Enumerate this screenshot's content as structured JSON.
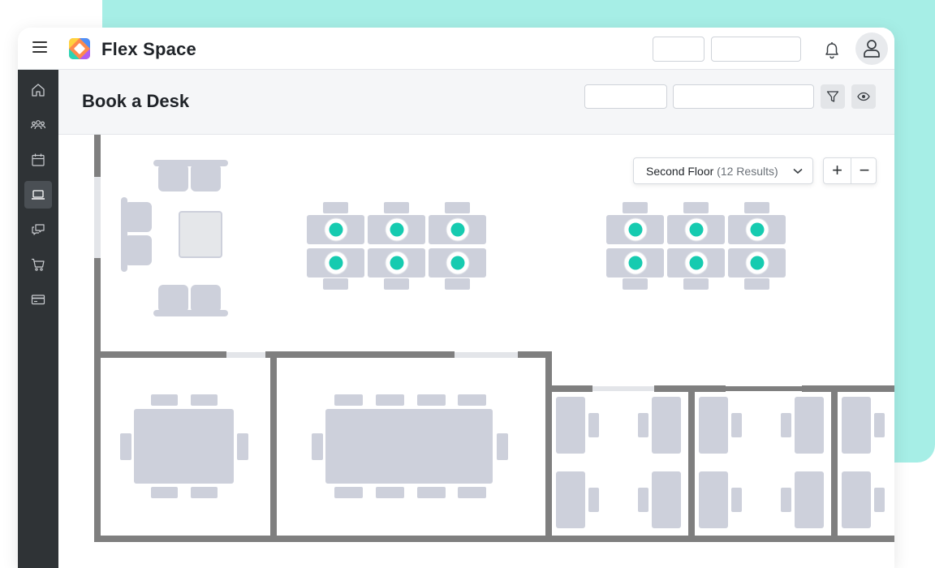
{
  "app": {
    "name": "Flex Space",
    "colors": {
      "accent": "#16cbb0",
      "sidebar": "#2f3336",
      "background_mint": "#a6eee6",
      "furniture": "#cdd0db",
      "walls": "#7f7f7f"
    }
  },
  "topbar": {
    "menu_icon": "hamburger-menu-icon",
    "logo_icon": "flex-space-logo",
    "notification_icon": "bell-icon",
    "profile_icon": "user-icon",
    "input_1": {
      "value": "",
      "placeholder": ""
    },
    "input_2": {
      "value": "",
      "placeholder": ""
    }
  },
  "sidebar": {
    "items": [
      {
        "icon": "home-icon",
        "active": false
      },
      {
        "icon": "people-icon",
        "active": false
      },
      {
        "icon": "calendar-icon",
        "active": false
      },
      {
        "icon": "laptop-icon",
        "active": true
      },
      {
        "icon": "chat-icon",
        "active": false
      },
      {
        "icon": "cart-icon",
        "active": false
      },
      {
        "icon": "credit-card-icon",
        "active": false
      }
    ]
  },
  "page": {
    "title": "Book a Desk",
    "input_1": {
      "value": "",
      "placeholder": ""
    },
    "input_2": {
      "value": "",
      "placeholder": ""
    },
    "filter_icon": "filter-icon",
    "view_icon": "eye-icon"
  },
  "floor_select": {
    "selected": "Second Floor",
    "count": "(12 Results)",
    "chevron_icon": "chevron-down-icon"
  },
  "zoom": {
    "plus": "+",
    "minus": "−"
  },
  "floor_plan": {
    "available_desks": 12,
    "desk_clusters": [
      {
        "name": "desk-cluster-left",
        "available": 6
      },
      {
        "name": "desk-cluster-right",
        "available": 6
      }
    ],
    "meeting_rooms": 2,
    "private_offices": 3
  }
}
